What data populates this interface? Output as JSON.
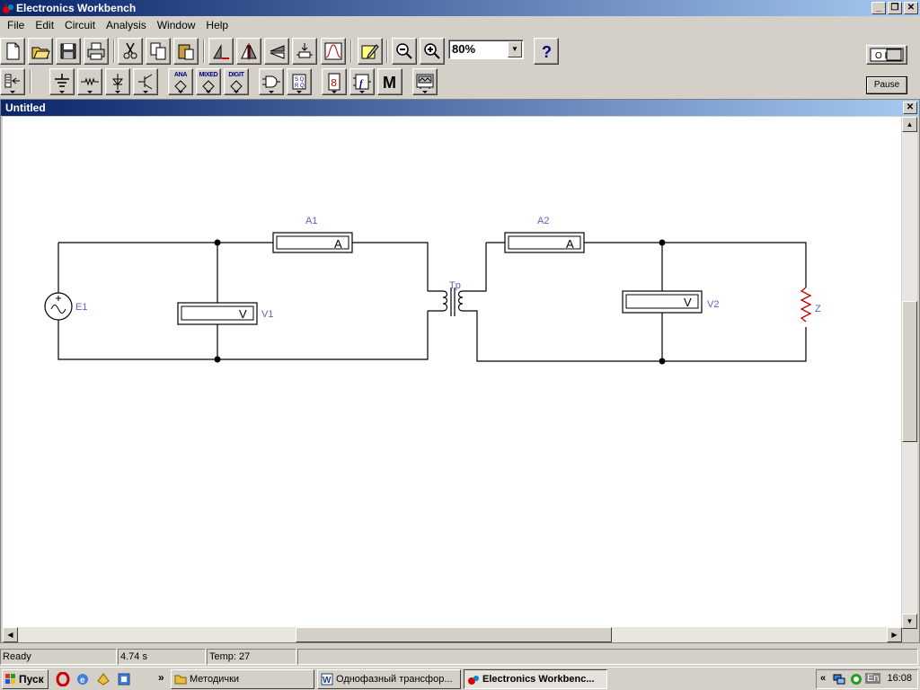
{
  "window": {
    "title": "Electronics Workbench"
  },
  "menu": [
    "File",
    "Edit",
    "Circuit",
    "Analysis",
    "Window",
    "Help"
  ],
  "toolbar": {
    "zoom_value": "80%",
    "ana_label": "ANA",
    "mixed_label": "MIXED",
    "digit_label": "DIGIT",
    "f_label": "f",
    "m_label": "M",
    "power_label": "O I",
    "pause_label": "Pause"
  },
  "document": {
    "title": "Untitled"
  },
  "circuit": {
    "labels": {
      "a1": "A1",
      "a2": "A2",
      "v1": "V1",
      "v2": "V2",
      "e1": "E1",
      "tp": "Tp",
      "z": "Z"
    },
    "meter_letters": {
      "ammeter": "A",
      "voltmeter": "V"
    }
  },
  "status": {
    "state": "Ready",
    "time": "4.74 s",
    "temp": "Temp:  27"
  },
  "taskbar": {
    "start": "Пуск",
    "overflow": "»",
    "tasks": [
      "Методички",
      "Однофазный трансфор...",
      "Electronics Workbenc..."
    ],
    "tray_expand": "«",
    "lang": "En",
    "clock": "16:08"
  },
  "colors": {
    "wire": "#000000",
    "label": "#6060c8",
    "resistor": "#c00000",
    "titlebar": "#0a246a"
  }
}
